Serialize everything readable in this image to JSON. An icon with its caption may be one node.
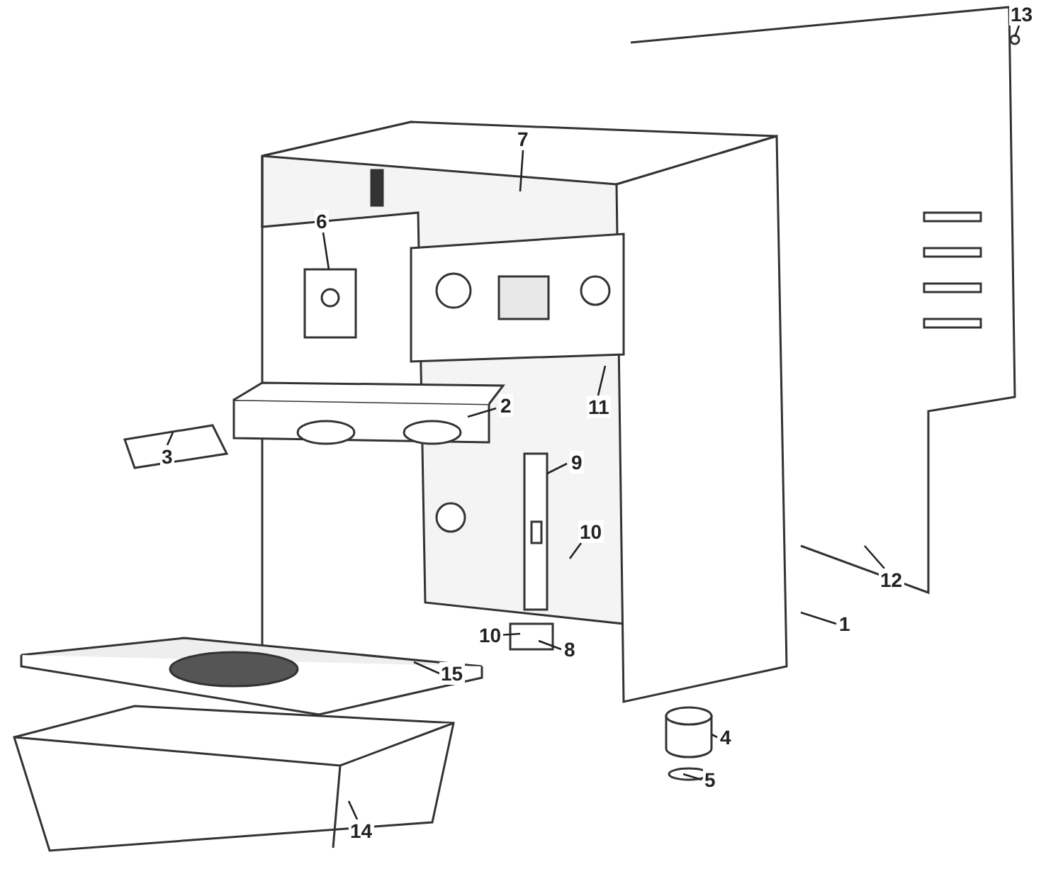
{
  "diagram": {
    "nodes": [
      {
        "text": [
          "13"
        ]
      },
      {
        "text": [
          "7"
        ]
      },
      {
        "text": [
          "6"
        ]
      },
      {
        "text": [
          "2"
        ]
      },
      {
        "text": [
          "11"
        ]
      },
      {
        "text": [
          "3"
        ]
      },
      {
        "text": [
          "9"
        ]
      },
      {
        "text": [
          "10"
        ]
      },
      {
        "text": [
          "12"
        ]
      },
      {
        "text": [
          "1"
        ]
      },
      {
        "text": [
          "10"
        ]
      },
      {
        "text": [
          "8"
        ]
      },
      {
        "text": [
          "15"
        ]
      },
      {
        "text": [
          "4"
        ]
      },
      {
        "text": [
          "5"
        ]
      },
      {
        "text": [
          "14"
        ]
      }
    ],
    "edges": [
      {
        "from": 0,
        "to": null,
        "arrow": "none"
      },
      {
        "from": 1,
        "to": null,
        "arrow": "none"
      },
      {
        "from": 2,
        "to": null,
        "arrow": "none"
      },
      {
        "from": 3,
        "to": null,
        "arrow": "none"
      },
      {
        "from": 4,
        "to": null,
        "arrow": "none"
      },
      {
        "from": 5,
        "to": null,
        "arrow": "none"
      },
      {
        "from": 6,
        "to": null,
        "arrow": "none"
      },
      {
        "from": 7,
        "to": null,
        "arrow": "none"
      },
      {
        "from": 8,
        "to": null,
        "arrow": "none"
      },
      {
        "from": 9,
        "to": null,
        "arrow": "none"
      },
      {
        "from": 10,
        "to": null,
        "arrow": "none"
      },
      {
        "from": 11,
        "to": null,
        "arrow": "none"
      },
      {
        "from": 12,
        "to": null,
        "arrow": "none"
      },
      {
        "from": 13,
        "to": null,
        "arrow": "none"
      },
      {
        "from": 14,
        "to": null,
        "arrow": "none"
      },
      {
        "from": 15,
        "to": null,
        "arrow": "none"
      }
    ]
  }
}
